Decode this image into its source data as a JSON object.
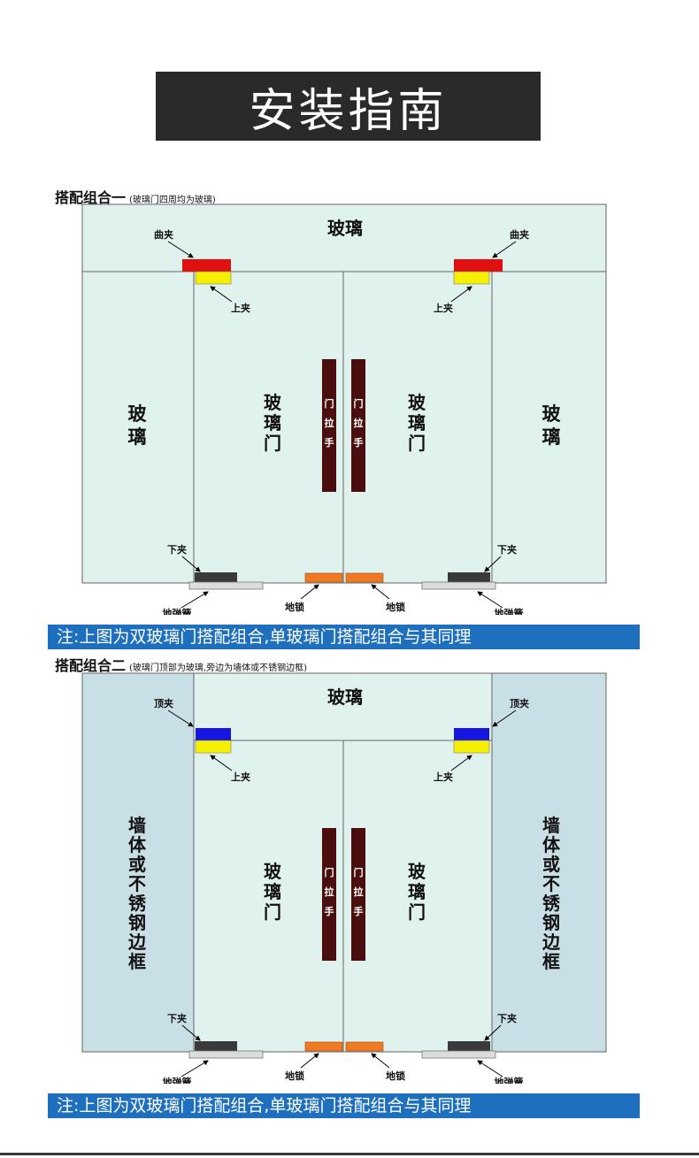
{
  "title": "安装指南",
  "section1": {
    "title": "搭配组合一",
    "subtitle": "(玻璃门四周均为玻璃)",
    "top_glass": "玻璃",
    "side_left": "玻璃",
    "side_right": "玻璃",
    "door_left": "玻璃门",
    "door_right": "玻璃门",
    "handle": "门拉手",
    "clip_top": "曲夹",
    "clip_upper": "上夹",
    "clip_lower": "下夹",
    "lock": "地锁",
    "spring": "地弹簧",
    "clip_top_color": "#e01010"
  },
  "section2": {
    "title": "搭配组合二",
    "subtitle": "(玻璃门顶部为玻璃,旁边为墙体或不锈钢边框)",
    "top_glass": "玻璃",
    "side_left": "墙体或不锈钢边框",
    "side_right": "墙体或不锈钢边框",
    "door_left": "玻璃门",
    "door_right": "玻璃门",
    "handle": "门拉手",
    "clip_top": "顶夹",
    "clip_upper": "上夹",
    "clip_lower": "下夹",
    "lock": "地锁",
    "spring": "地弹簧",
    "clip_top_color": "#1616e0"
  },
  "note": "注:上图为双玻璃门搭配组合,单玻璃门搭配组合与其同理",
  "colors": {
    "glass": "#e0f2ee",
    "wall": "#c9dfe6",
    "upper_clip": "#f5f000",
    "lock": "#f07a22",
    "lower_clip": "#3a3a3a",
    "spring": "#dcdcdc",
    "handle": "#4a0e0e",
    "note_bg": "#1e6fbd"
  }
}
